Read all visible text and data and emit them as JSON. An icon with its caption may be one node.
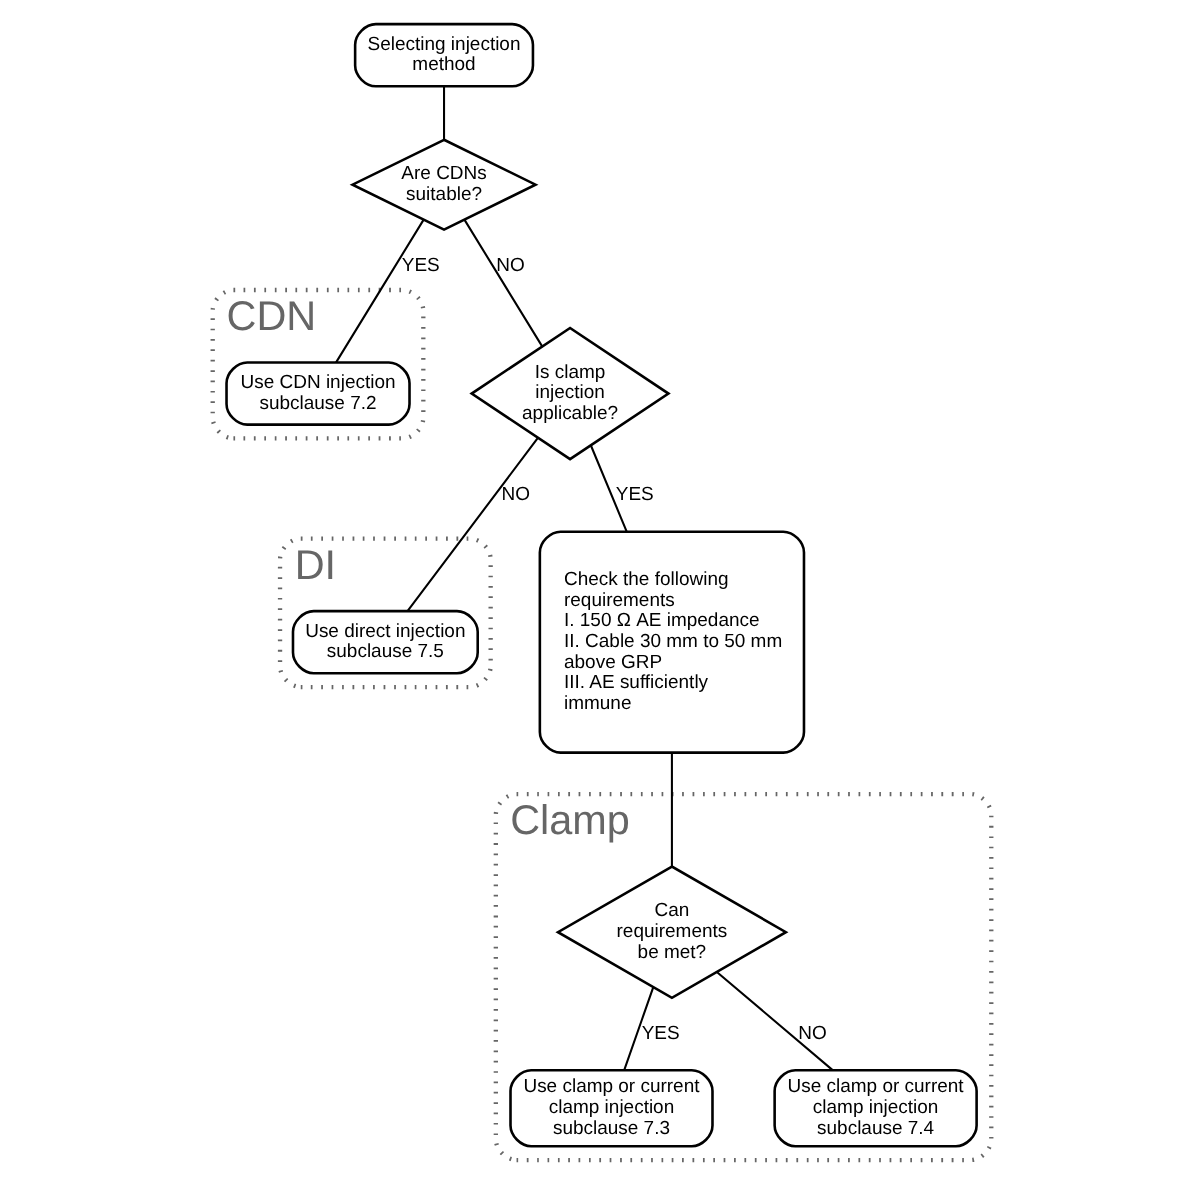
{
  "diagram": {
    "nodes": [
      {
        "text": [
          "Selecting injection method"
        ]
      },
      {
        "text": [
          "Are CDNs suitable?"
        ]
      },
      {
        "text": [
          "CDN"
        ]
      },
      {
        "text": [
          "Use CDN injection subclause 7.2"
        ],
        "in": 2
      },
      {
        "text": [
          "Is clamp injection applicable?"
        ]
      },
      {
        "text": [
          "DI"
        ]
      },
      {
        "text": [
          "Use direct injection subclause 7.5"
        ],
        "in": 5
      },
      {
        "text": [
          "Check the following requirements",
          "I. 150 Ω AE impedance",
          "II. Cable 30 mm to 50 mm above GRP",
          "III. AE sufficiently immune"
        ]
      },
      {
        "text": [
          "Clamp"
        ]
      },
      {
        "text": [
          "Can requirements be met?"
        ],
        "in": 8
      },
      {
        "text": [
          "Use clamp or current clamp injection subclause 7.3"
        ],
        "in": 8
      },
      {
        "text": [
          "Use clamp or current clamp injection subclause 7.4"
        ],
        "in": 8
      }
    ],
    "edges": [
      {
        "from": 0,
        "to": 1,
        "arrow": "none"
      },
      {
        "from": 1,
        "to": 3,
        "arrow": "none",
        "label": "YES"
      },
      {
        "from": 1,
        "to": 4,
        "arrow": "none",
        "label": "NO"
      },
      {
        "from": 4,
        "to": 7,
        "arrow": "none",
        "label": "YES"
      },
      {
        "from": 4,
        "to": 6,
        "arrow": "none",
        "label": "NO"
      },
      {
        "from": 7,
        "to": 9,
        "arrow": "none"
      },
      {
        "from": 9,
        "to": 10,
        "arrow": "none",
        "label": "YES"
      },
      {
        "from": 9,
        "to": 11,
        "arrow": "none",
        "label": "NO"
      }
    ]
  }
}
